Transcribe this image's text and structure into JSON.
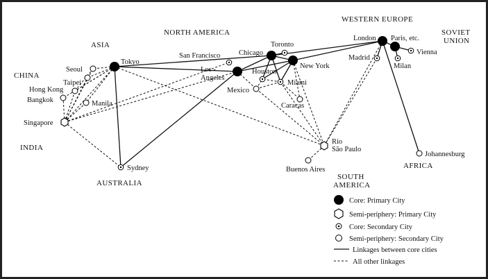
{
  "regions": {
    "western_europe": "WESTERN EUROPE",
    "soviet": "SOVIET",
    "union": "UNION",
    "north_america": "NORTH AMERICA",
    "asia": "ASIA",
    "china": "CHINA",
    "india": "INDIA",
    "australia": "AUSTRALIA",
    "africa": "AFRICA",
    "south": "SOUTH",
    "america": "AMERICA"
  },
  "cities": {
    "london": "London",
    "paris": "Paris, etc.",
    "vienna": "Vienna",
    "madrid": "Madrid",
    "milan": "Milan",
    "johannesburg": "Johannesburg",
    "toronto": "Toronto",
    "chicago": "Chicago",
    "san_francisco": "San Francisco",
    "new_york": "New York",
    "houston": "Houston",
    "los_angeles_1": "Los -",
    "los_angeles_2": "Angeles",
    "miami": "Miami",
    "mexico": "Mexico",
    "caracas": "Caracas",
    "tokyo": "Tokyo",
    "seoul": "Seoul",
    "taipei": "Taipei",
    "hong_kong": "Hong Kong",
    "bangkok": "Bangkok",
    "manila": "Manila",
    "singapore": "Singapore",
    "sydney": "Sydney",
    "rio": "Rio",
    "sao_paulo": "São Paulo",
    "buenos_aires": "Buenos Aires"
  },
  "legend": {
    "core_primary": "Core: Primary City",
    "semi_primary": "Semi-periphery: Primary City",
    "core_secondary": "Core: Secondary City",
    "semi_secondary": "Semi-periphery: Secondary City",
    "core_links": "Linkages between core cities",
    "other_links": "All other linkages"
  }
}
